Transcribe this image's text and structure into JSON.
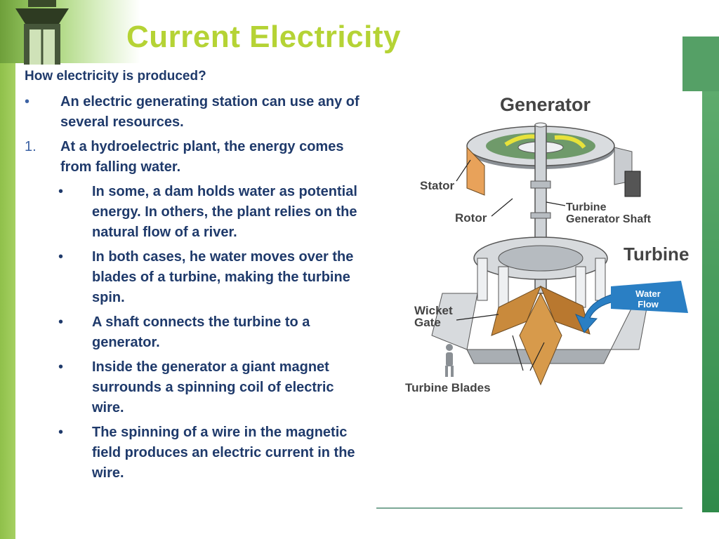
{
  "slide": {
    "title": "Current Electricity",
    "heading": "How electricity is produced?",
    "items": [
      {
        "marker": "•",
        "text": "An electric generating station can use any of several resources."
      },
      {
        "marker": "1.",
        "text": "At a hydroelectric plant, the energy comes from falling water."
      }
    ],
    "subitems": [
      {
        "marker": "•",
        "text": "In some, a dam holds water as potential energy. In others, the plant relies on the natural flow of a river."
      },
      {
        "marker": "•",
        "text": "In both cases, he water moves over the blades of a turbine, making the turbine spin."
      },
      {
        "marker": "•",
        "text": "A shaft connects the turbine to a generator."
      },
      {
        "marker": "•",
        "text": "Inside the generator a giant magnet surrounds a spinning coil of electric wire."
      },
      {
        "marker": "•",
        "text": "The spinning of a wire in the magnetic field produces an electric current in the wire."
      }
    ]
  },
  "diagram": {
    "generator": "Generator",
    "stator": "Stator",
    "rotor": "Rotor",
    "shaft_line1": "Turbine",
    "shaft_line2": "Generator Shaft",
    "turbine": "Turbine",
    "water_line1": "Water",
    "water_line2": "Flow",
    "wicket_line1": "Wicket",
    "wicket_line2": "Gate",
    "blades": "Turbine Blades"
  },
  "colors": {
    "title": "#b5d335",
    "body_text": "#1f3a6b",
    "accent_green": "#55a066",
    "blade_orange": "#c98a3c",
    "water_arrow": "#2a7fc4"
  }
}
